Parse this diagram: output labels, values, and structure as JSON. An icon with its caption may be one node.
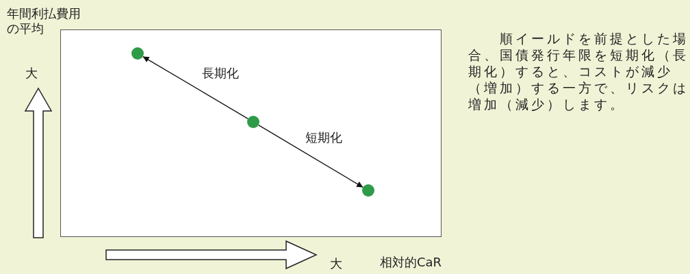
{
  "diagram": {
    "nodes": [
      {
        "text": [],
        "shape": "box"
      },
      {
        "text": [],
        "shape": "circle",
        "in": 0
      },
      {
        "text": [],
        "shape": "circle",
        "in": 0
      },
      {
        "text": [],
        "shape": "circle",
        "in": 0
      }
    ],
    "edges": [
      {
        "from": 2,
        "to": 1,
        "arrow": "to",
        "label": "長期化"
      },
      {
        "from": 2,
        "to": 3,
        "arrow": "to",
        "label": "短期化"
      }
    ],
    "labels": [
      "年間利払費用の平均",
      "大",
      "順イールドを前提とした場合、国債発行年限を短期化（長期化）すると、コストが減少（増加）する一方で、リスクは増加（減少）します。",
      "大",
      "相対的CaR"
    ]
  }
}
